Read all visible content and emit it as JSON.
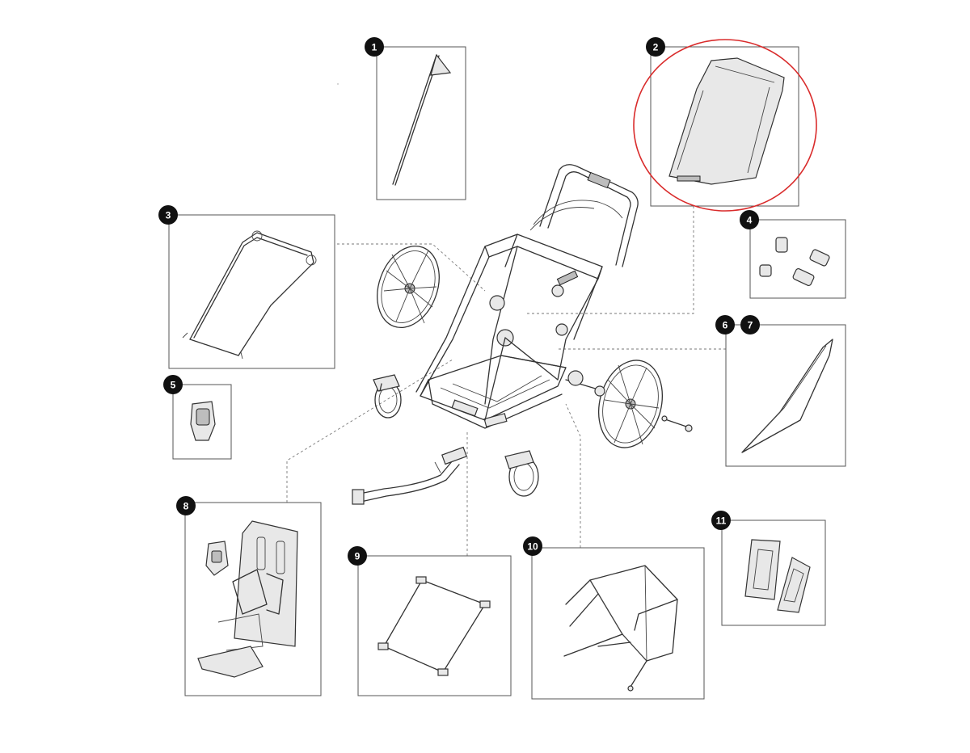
{
  "parts": [
    {
      "id": "part-1",
      "number": "1"
    },
    {
      "id": "part-2",
      "number": "2"
    },
    {
      "id": "part-3",
      "number": "3"
    },
    {
      "id": "part-4",
      "number": "4"
    },
    {
      "id": "part-5",
      "number": "5"
    },
    {
      "id": "part-6",
      "number": "6"
    },
    {
      "id": "part-7",
      "number": "7"
    },
    {
      "id": "part-8",
      "number": "8"
    },
    {
      "id": "part-9",
      "number": "9"
    },
    {
      "id": "part-10",
      "number": "10"
    },
    {
      "id": "part-11",
      "number": "11"
    }
  ],
  "highlight": {
    "part": "2",
    "color": "#d92b2b"
  }
}
